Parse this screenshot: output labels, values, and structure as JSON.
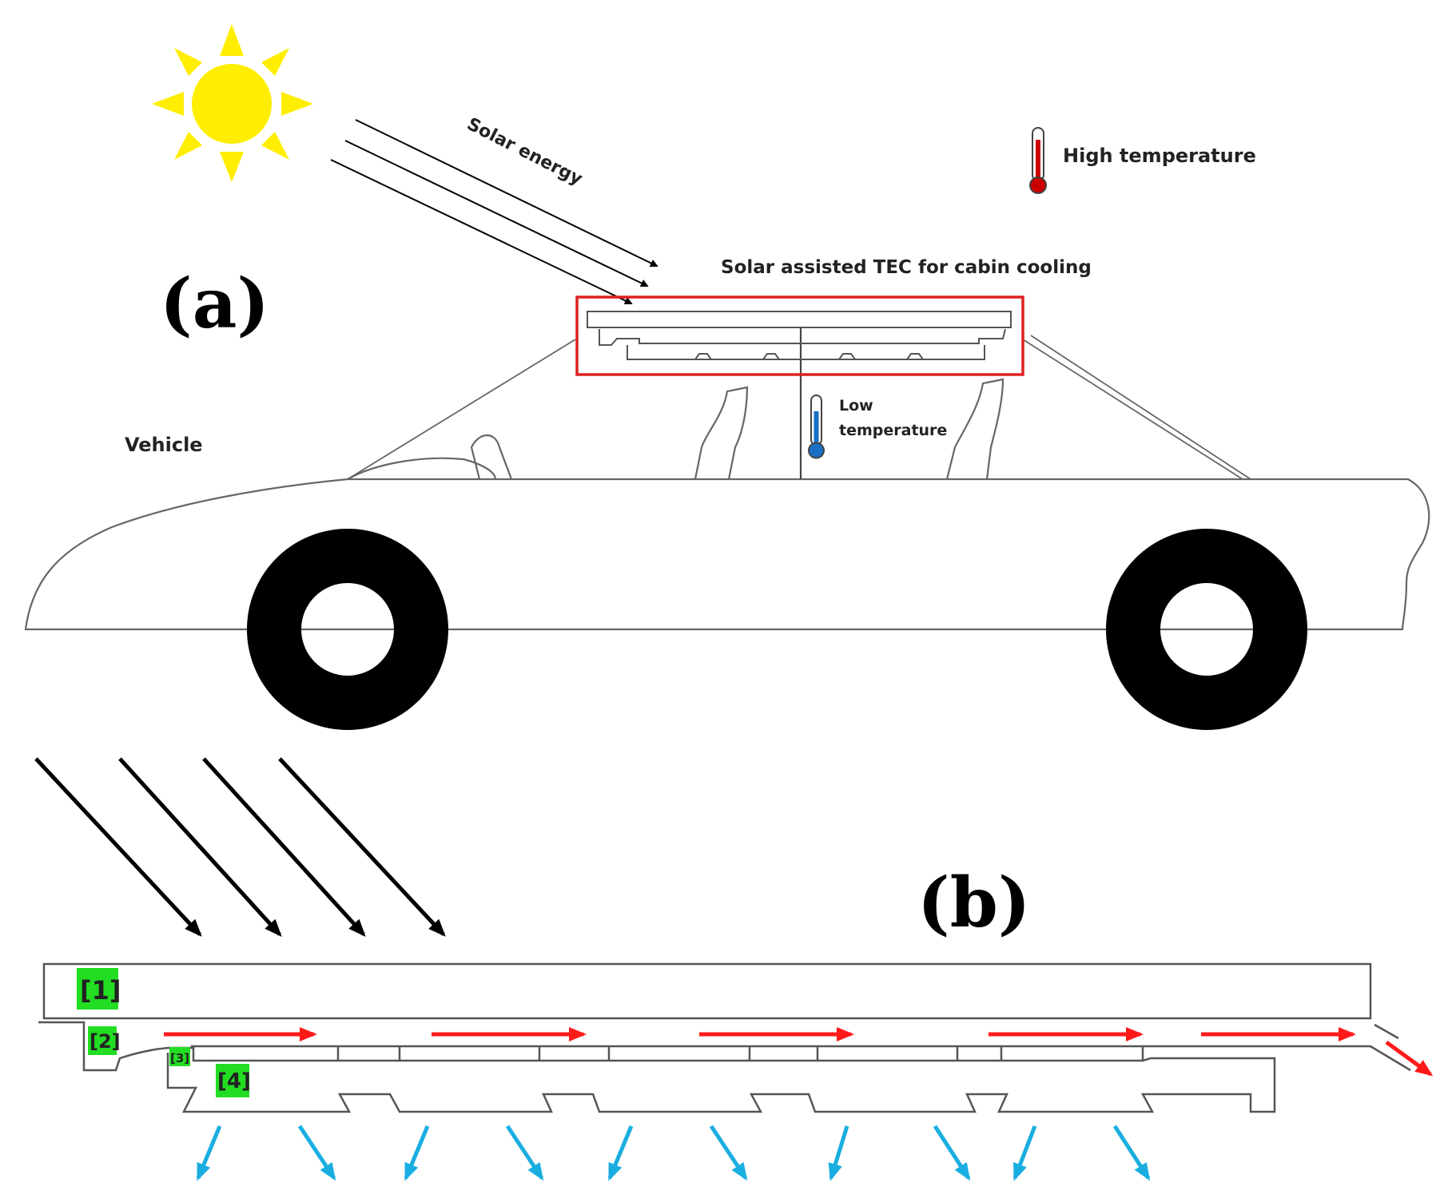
{
  "panel_a": {
    "label": "(a)",
    "solar_energy": "Solar energy",
    "high_temperature": "High temperature",
    "tec_title": "Solar assisted TEC for cabin cooling",
    "low_temperature_line1": "Low",
    "low_temperature_line2": "temperature",
    "vehicle": "Vehicle"
  },
  "panel_b": {
    "label": "(b)",
    "tags": [
      "[1]",
      "[2]",
      "[3]",
      "[4]"
    ]
  },
  "colors": {
    "sun": "#ffee00",
    "highlight_box": "#e02020",
    "hot_arrow": "#ff1a1a",
    "cold_arrow": "#1aaee0",
    "tag_fill": "#22dd22",
    "thermo_hot": "#cc0000",
    "thermo_cold": "#1a6fc4",
    "wheel": "#000000"
  }
}
